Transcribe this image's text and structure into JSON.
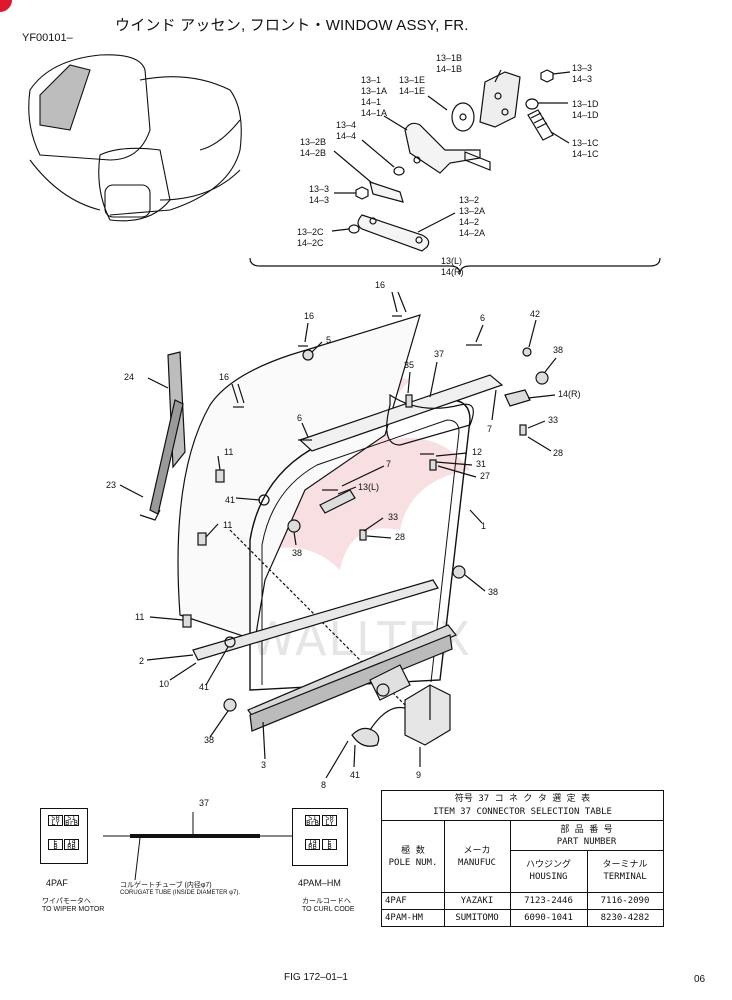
{
  "header": {
    "title": "ウインド アッセン, フロント・WINDOW ASSY, FR.",
    "code": "YF00101–"
  },
  "inset": {
    "labels": {
      "l13_1": "13–1",
      "l13_1a": "13–1A",
      "l14_1": "14–1",
      "l14_1a": "14–1A",
      "l13_1e": "13–1E",
      "l14_1e": "14–1E",
      "l13_1b": "13–1B",
      "l14_1b": "14–1B",
      "l13_3a": "13–3",
      "l14_3a": "14–3",
      "l13_1d": "13–1D",
      "l14_1d": "14–1D",
      "l13_1c": "13–1C",
      "l14_1c": "14–1C",
      "l13_4": "13–4",
      "l14_4": "14–4",
      "l13_2b": "13–2B",
      "l14_2b": "14–2B",
      "l13_3b": "13–3",
      "l14_3b": "14–3",
      "l13_2c": "13–2C",
      "l14_2c": "14–2C",
      "l13_2": "13–2",
      "l13_2a": "13–2A",
      "l14_2": "14–2",
      "l14_2a": "14–2A",
      "l13l": "13(L)",
      "l14r": "14(R)"
    }
  },
  "callouts": {
    "c16a": "16",
    "c16b": "16",
    "c16c": "16",
    "c5": "5",
    "c6a": "6",
    "c6b": "6",
    "c42": "42",
    "c38a": "38",
    "c38b": "38",
    "c38c": "38",
    "c38d": "38",
    "c35": "35",
    "c37": "37",
    "c14r": "14(R)",
    "c24": "24",
    "c7a": "7",
    "c7b": "7",
    "c33a": "33",
    "c33b": "33",
    "c28a": "28",
    "c28b": "28",
    "c12": "12",
    "c31": "31",
    "c27": "27",
    "c11a": "11",
    "c11b": "11",
    "c11c": "11",
    "c41a": "41",
    "c41b": "41",
    "c41c": "41",
    "c13l": "13(L)",
    "c23": "23",
    "c1": "1",
    "c2": "2",
    "c10": "10",
    "c3": "3",
    "c8": "8",
    "c9": "9"
  },
  "watermark": "WALLTEX",
  "connector_diagram": {
    "label_37": "37",
    "left_plug": {
      "name": "4PAF",
      "pins": [
        [
          "S0",
          "LY"
        ],
        [
          "S1",
          "BrB"
        ],
        [
          "E",
          "B"
        ],
        [
          "14",
          "RB"
        ]
      ],
      "dest_jp": "ワイパモータへ",
      "dest_en": "TO WIPER MOTOR"
    },
    "right_plug": {
      "name": "4PAM–HM",
      "pins": [
        [
          "S1",
          "BrB"
        ],
        [
          "S0",
          "LY"
        ],
        [
          "14",
          "RB"
        ],
        [
          "E",
          "B"
        ]
      ],
      "dest_jp": "カールコードへ",
      "dest_en": "TO CURL CODE"
    },
    "tube_jp": "コルゲートチューブ (内径φ7)",
    "tube_en": "CORUGATE TUBE (INSIDE DIAMETER φ7)."
  },
  "selection_table": {
    "title_jp": "符号 37  コ ネ ク タ 選 定 表",
    "title_en": "ITEM 37 CONNECTOR SELECTION TABLE",
    "col_part_jp": "部 品 番 号",
    "col_part_en": "PART NUMBER",
    "col_pole_jp": "極  数",
    "col_pole_en": "POLE NUM.",
    "col_maker_jp": "メーカ",
    "col_maker_en": "MANUFUC",
    "col_housing_jp": "ハウジング",
    "col_housing_en": "HOUSING",
    "col_terminal_jp": "ターミナル",
    "col_terminal_en": "TERMINAL",
    "rows": [
      {
        "pole": "4PAF",
        "maker": "YAZAKI",
        "housing": "7123-2446",
        "terminal": "7116-2090"
      },
      {
        "pole": "4PAM-HM",
        "maker": "SUMITOMO",
        "housing": "6090-1041",
        "terminal": "8230-4282"
      }
    ]
  },
  "footer": {
    "fig": "FIG 172–01–1",
    "page": "06"
  }
}
